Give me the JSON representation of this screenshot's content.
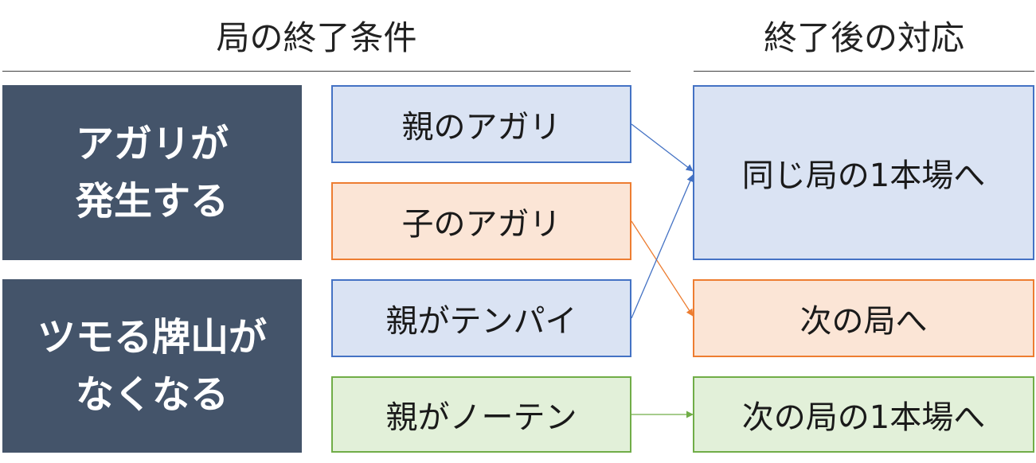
{
  "headings": {
    "conditions": "局の終了条件",
    "response": "終了後の対応"
  },
  "categories": [
    {
      "line1": "アガリが",
      "line2": "発生する"
    },
    {
      "line1": "ツモる牌山が",
      "line2": "なくなる"
    }
  ],
  "conditions": [
    {
      "label": "親のアガリ"
    },
    {
      "label": "子のアガリ"
    },
    {
      "label": "親がテンパイ"
    },
    {
      "label": "親がノーテン"
    }
  ],
  "results": [
    {
      "label": "同じ局の1本場へ"
    },
    {
      "label": "次の局へ"
    },
    {
      "label": "次の局の1本場へ"
    }
  ],
  "links": [
    {
      "from": "親のアガリ",
      "to": "同じ局の1本場へ",
      "color": "#4472c4"
    },
    {
      "from": "子のアガリ",
      "to": "次の局へ",
      "color": "#ed7d31"
    },
    {
      "from": "親がテンパイ",
      "to": "同じ局の1本場へ",
      "color": "#4472c4"
    },
    {
      "from": "親がノーテン",
      "to": "次の局の1本場へ",
      "color": "#70ad47"
    }
  ],
  "colors": {
    "dark_block": "#44546a",
    "blue_fill": "#dae3f3",
    "blue_border": "#4472c4",
    "orange_fill": "#fbe5d6",
    "orange_border": "#ed7d31",
    "green_fill": "#e2f0d9",
    "green_border": "#70ad47"
  }
}
